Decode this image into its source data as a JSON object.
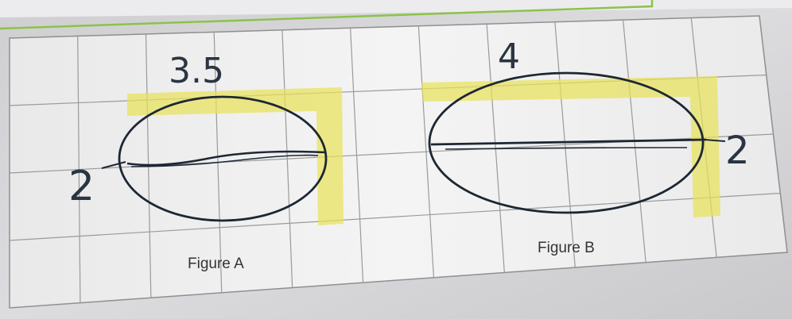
{
  "figure_a": {
    "caption": "Figure A",
    "top_measure": "3.5",
    "side_measure": "2"
  },
  "figure_b": {
    "caption": "Figure B",
    "top_measure": "4",
    "side_measure": "2"
  },
  "colors": {
    "screen_background": "#d9d9db",
    "grid_sheet": "#f3f3f3",
    "grid_lines": "#9a9a9a",
    "green_border": "#8bc34a",
    "highlighter": "#e8e25a",
    "ink": "#1d2733"
  }
}
